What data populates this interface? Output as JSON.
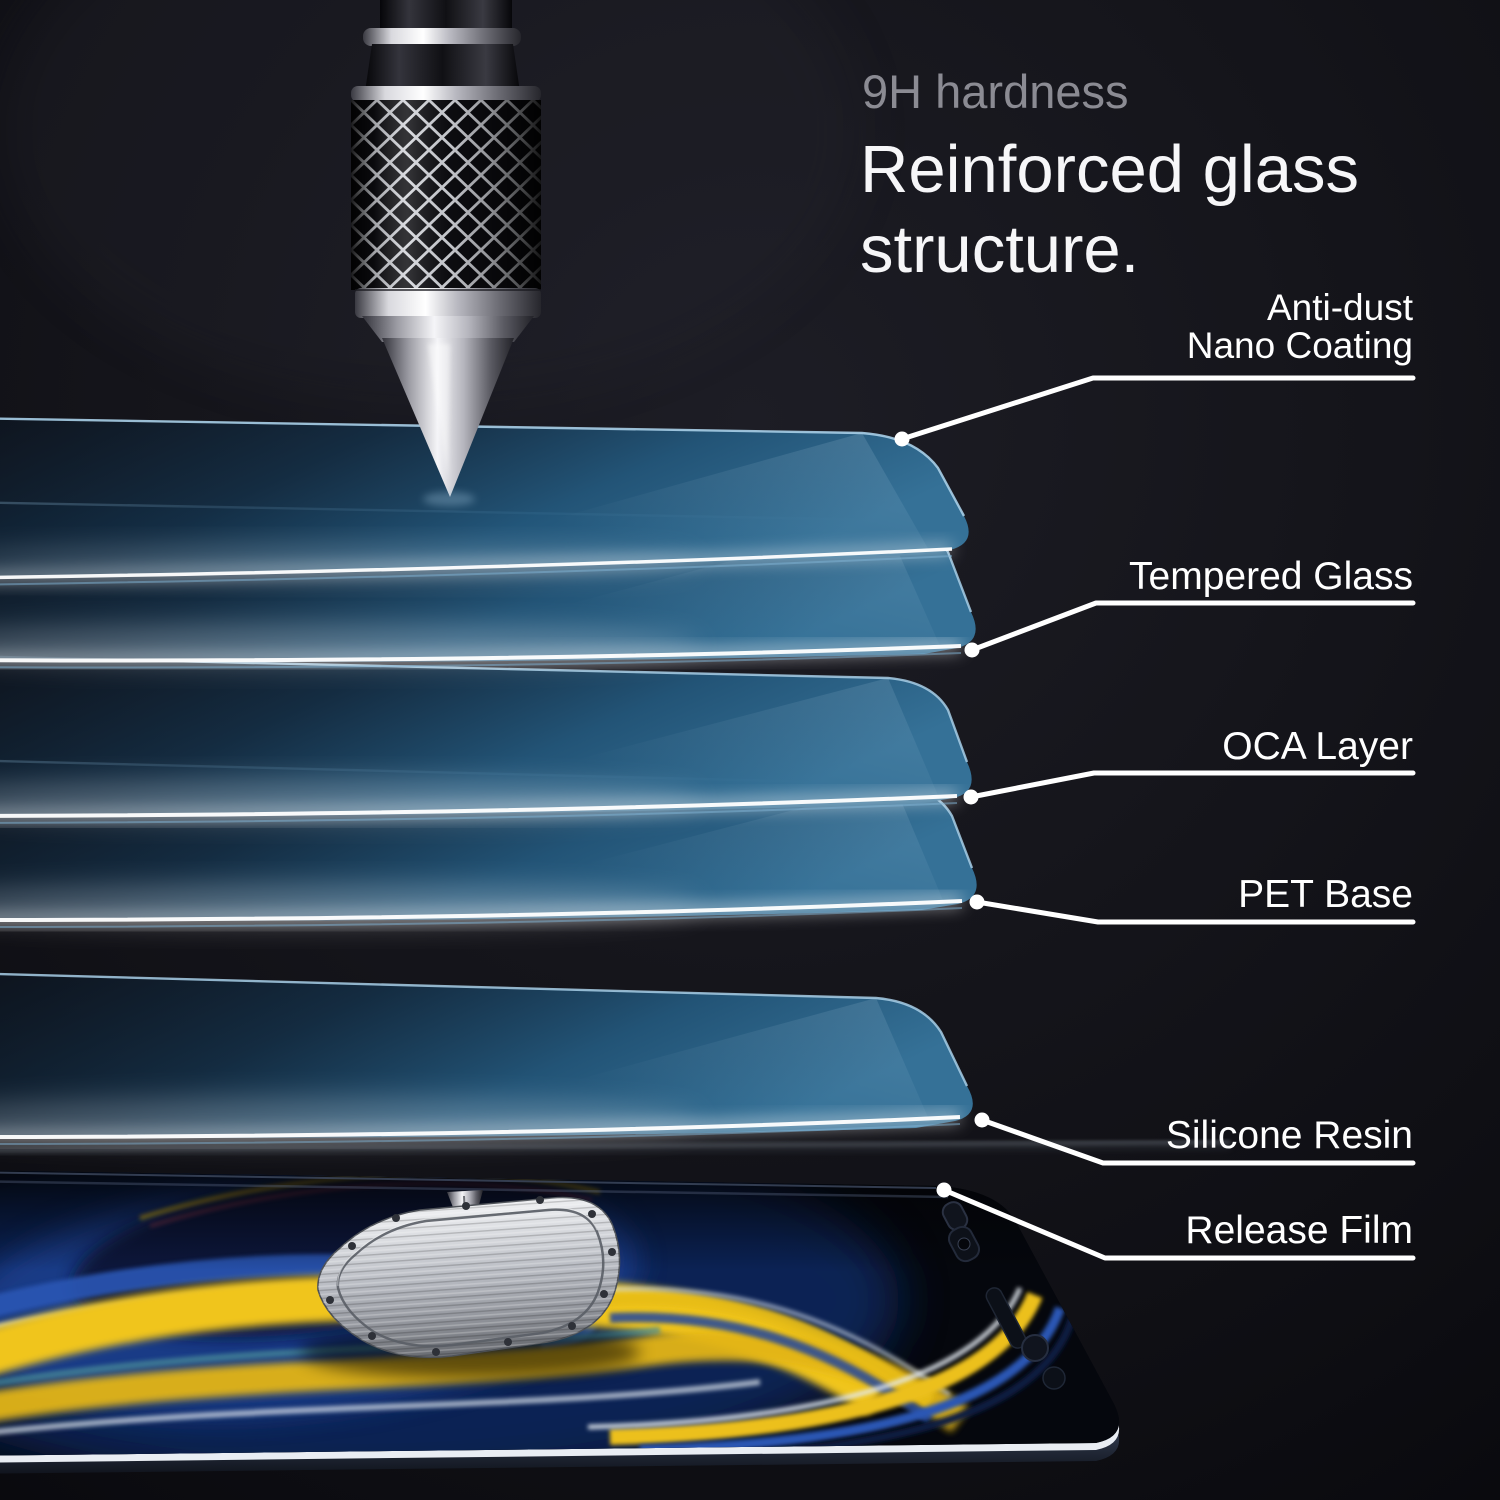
{
  "heading": {
    "eyebrow": "9H hardness",
    "title_line1": "Reinforced glass",
    "title_line2": "structure."
  },
  "callouts": [
    {
      "lines": [
        "Anti-dust",
        "Nano Coating"
      ]
    },
    {
      "lines": [
        "Tempered Glass"
      ]
    },
    {
      "lines": [
        "OCA Layer"
      ]
    },
    {
      "lines": [
        "PET Base"
      ]
    },
    {
      "lines": [
        "Silicone Resin"
      ]
    },
    {
      "lines": [
        "Release Film"
      ]
    }
  ],
  "colors": {
    "background": "#121218",
    "glass_blue": "#2e6a90",
    "glass_edge": "#cfe9fa",
    "edge_glow": "#ffffff",
    "label_text": "#ffffff",
    "eyebrow_text": "#8b8b93",
    "wallpaper_yellow": "#f0c51e",
    "wallpaper_blue": "#2c57b4",
    "phone_frame": "#64748f"
  }
}
